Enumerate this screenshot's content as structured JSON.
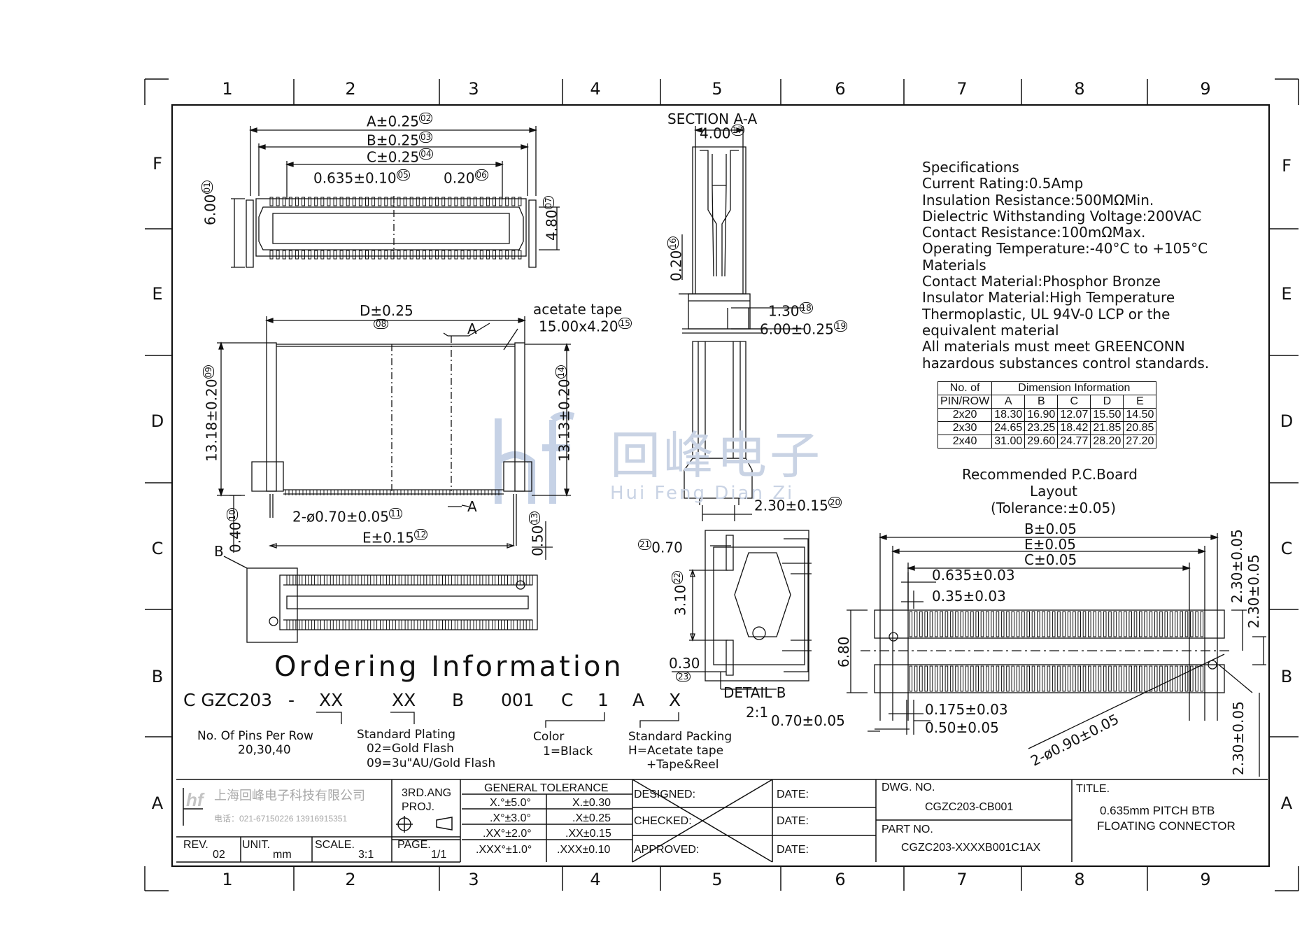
{
  "grid": {
    "columns": [
      "1",
      "2",
      "3",
      "4",
      "5",
      "6",
      "7",
      "8",
      "9"
    ],
    "rows": [
      "F",
      "E",
      "D",
      "C",
      "B",
      "A"
    ]
  },
  "top_view": {
    "dim_a": "A±0.25",
    "bal_a": "02",
    "dim_b": "B±0.25",
    "bal_b": "03",
    "dim_c": "C±0.25",
    "bal_c": "04",
    "pitch": "0.635±0.10",
    "bal_pitch": "05",
    "pin_width": "0.20",
    "bal_pin_width": "06",
    "width": "6.00",
    "bal_width": "01",
    "inner_width": "4.80",
    "bal_inner_width": "07"
  },
  "front_view": {
    "dim_d": "D±0.25",
    "bal_d": "08",
    "tape_label": "acetate tape",
    "tape_size": "15.00x4.20",
    "bal_tape": "15",
    "section_mark": "A",
    "height_left": "13.18±0.20",
    "bal_height_left": "09",
    "height_right": "13.13±0.20",
    "bal_height_right": "14",
    "standoff": "0.40",
    "bal_standoff": "10",
    "hole": "2-ø0.70±0.05",
    "bal_hole": "11",
    "dim_e": "E±0.15",
    "bal_e": "12",
    "tail": "0.50",
    "bal_tail": "13"
  },
  "iso_view": {
    "detail_mark": "B"
  },
  "section_view": {
    "title": "SECTION A-A",
    "width": "4.00",
    "bal_width": "17",
    "dim_16": "0.20",
    "bal_16": "16",
    "dim_18": "1.30",
    "bal_18": "18",
    "dim_19": "6.00±0.25",
    "bal_19": "19",
    "dim_20": "2.30±0.15",
    "bal_20": "20"
  },
  "detail_view": {
    "dim_21": "0.70",
    "bal_21": "21",
    "dim_22": "3.10",
    "bal_22": "22",
    "dim_23": "0.30",
    "bal_23": "23",
    "title": "DETAIL B",
    "scale": "2:1"
  },
  "specifications": [
    "Specifications",
    "Current Rating:0.5Amp",
    "Insulation  Resistance:500MΩMin.",
    "Dielectric  Withstanding  Voltage:200VAC",
    "Contact  Resistance:100mΩMax.",
    "Operating  Temperature:-40°C  to  +105°C",
    "Materials",
    "Contact  Material:Phosphor  Bronze",
    "Insulator  Material:High  Temperature",
    "Thermoplastic,  UL  94V-0  LCP  or  the",
    "equivalent  material",
    "All  materials  must  meet  GREENCONN",
    "hazardous  substances  control  standards."
  ],
  "dimension_table": {
    "header_no": "No.  of",
    "header_info": "Dimension  Information",
    "header_pinrow": "PIN/ROW",
    "columns": [
      "A",
      "B",
      "C",
      "D",
      "E"
    ],
    "rows": [
      {
        "pins": "2x20",
        "values": [
          "18.30",
          "16.90",
          "12.07",
          "15.50",
          "14.50"
        ]
      },
      {
        "pins": "2x30",
        "values": [
          "24.65",
          "23.25",
          "18.42",
          "21.85",
          "20.85"
        ]
      },
      {
        "pins": "2x40",
        "values": [
          "31.00",
          "29.60",
          "24.77",
          "28.20",
          "27.20"
        ]
      }
    ]
  },
  "pcb_layout": {
    "title_1": "Recommended  P.C.Board",
    "title_2": "Layout",
    "tolerance": "(Tolerance:±0.05)",
    "dim_b": "B±0.05",
    "dim_e": "E±0.05",
    "dim_c": "C±0.05",
    "pitch": "0.635±0.03",
    "pad_width": "0.35±0.03",
    "right_1": "2.30±0.05",
    "right_2": "2.30±0.05",
    "height": "6.80",
    "small": "0.175±0.03",
    "gap": "0.50±0.05",
    "left_gap": "0.70±0.05",
    "holes": "2-ø0.90±0.05",
    "bottom_right": "2.30±0.05"
  },
  "ordering": {
    "title": "Ordering  Information",
    "code": [
      "C GZC203",
      "-",
      "XX",
      "XX",
      "B",
      "001",
      "C",
      "1",
      "A",
      "X"
    ],
    "pins_label": "No.  Of  Pins  Per  Row",
    "pins_values": "20,30,40",
    "plating_label": "Standard  Plating",
    "plating_1": "02=Gold Flash",
    "plating_2": "09=3u\"AU/Gold Flash",
    "color_label": "Color",
    "color_value": "1=Black",
    "packing_label": "Standard  Packing",
    "packing_1": "H=Acetate  tape",
    "packing_2": "+Tape&Reel"
  },
  "watermark": {
    "logo": "hf",
    "chinese": "回峰电子",
    "pinyin": "Hui Feng Dian Zi"
  },
  "title_block": {
    "company": "上海回峰电子科技有限公司",
    "phone": "电话：021-67150226  13916915351",
    "angle": "3RD.ANG",
    "proj": "PROJ.",
    "tol_header": "GENERAL  TOLERANCE",
    "tolerances": [
      [
        "X.°±5.0°",
        "X.±0.30"
      ],
      [
        ".X°±3.0°",
        ".X±0.25"
      ],
      [
        ".XX°±2.0°",
        ".XX±0.15"
      ],
      [
        ".XXX°±1.0°",
        ".XXX±0.10"
      ]
    ],
    "designed": "DESIGNED:",
    "checked": "CHECKED:",
    "approved": "APPROVED:",
    "date": "DATE:",
    "dwg_label": "DWG.  NO.",
    "dwg_no": "CGZC203-CB001",
    "part_label": "PART  NO.",
    "part_no": "CGZC203-XXXXB001C1AX",
    "title_label": "TITLE.",
    "title_1": "0.635mm  PITCH  BTB",
    "title_2": "FLOATING  CONNECTOR",
    "rev_label": "REV.",
    "rev": "02",
    "unit_label": "UNIT.",
    "unit": "mm",
    "scale_label": "SCALE.",
    "scale": "3:1",
    "page_label": "PAGE.",
    "page": "1/1"
  }
}
